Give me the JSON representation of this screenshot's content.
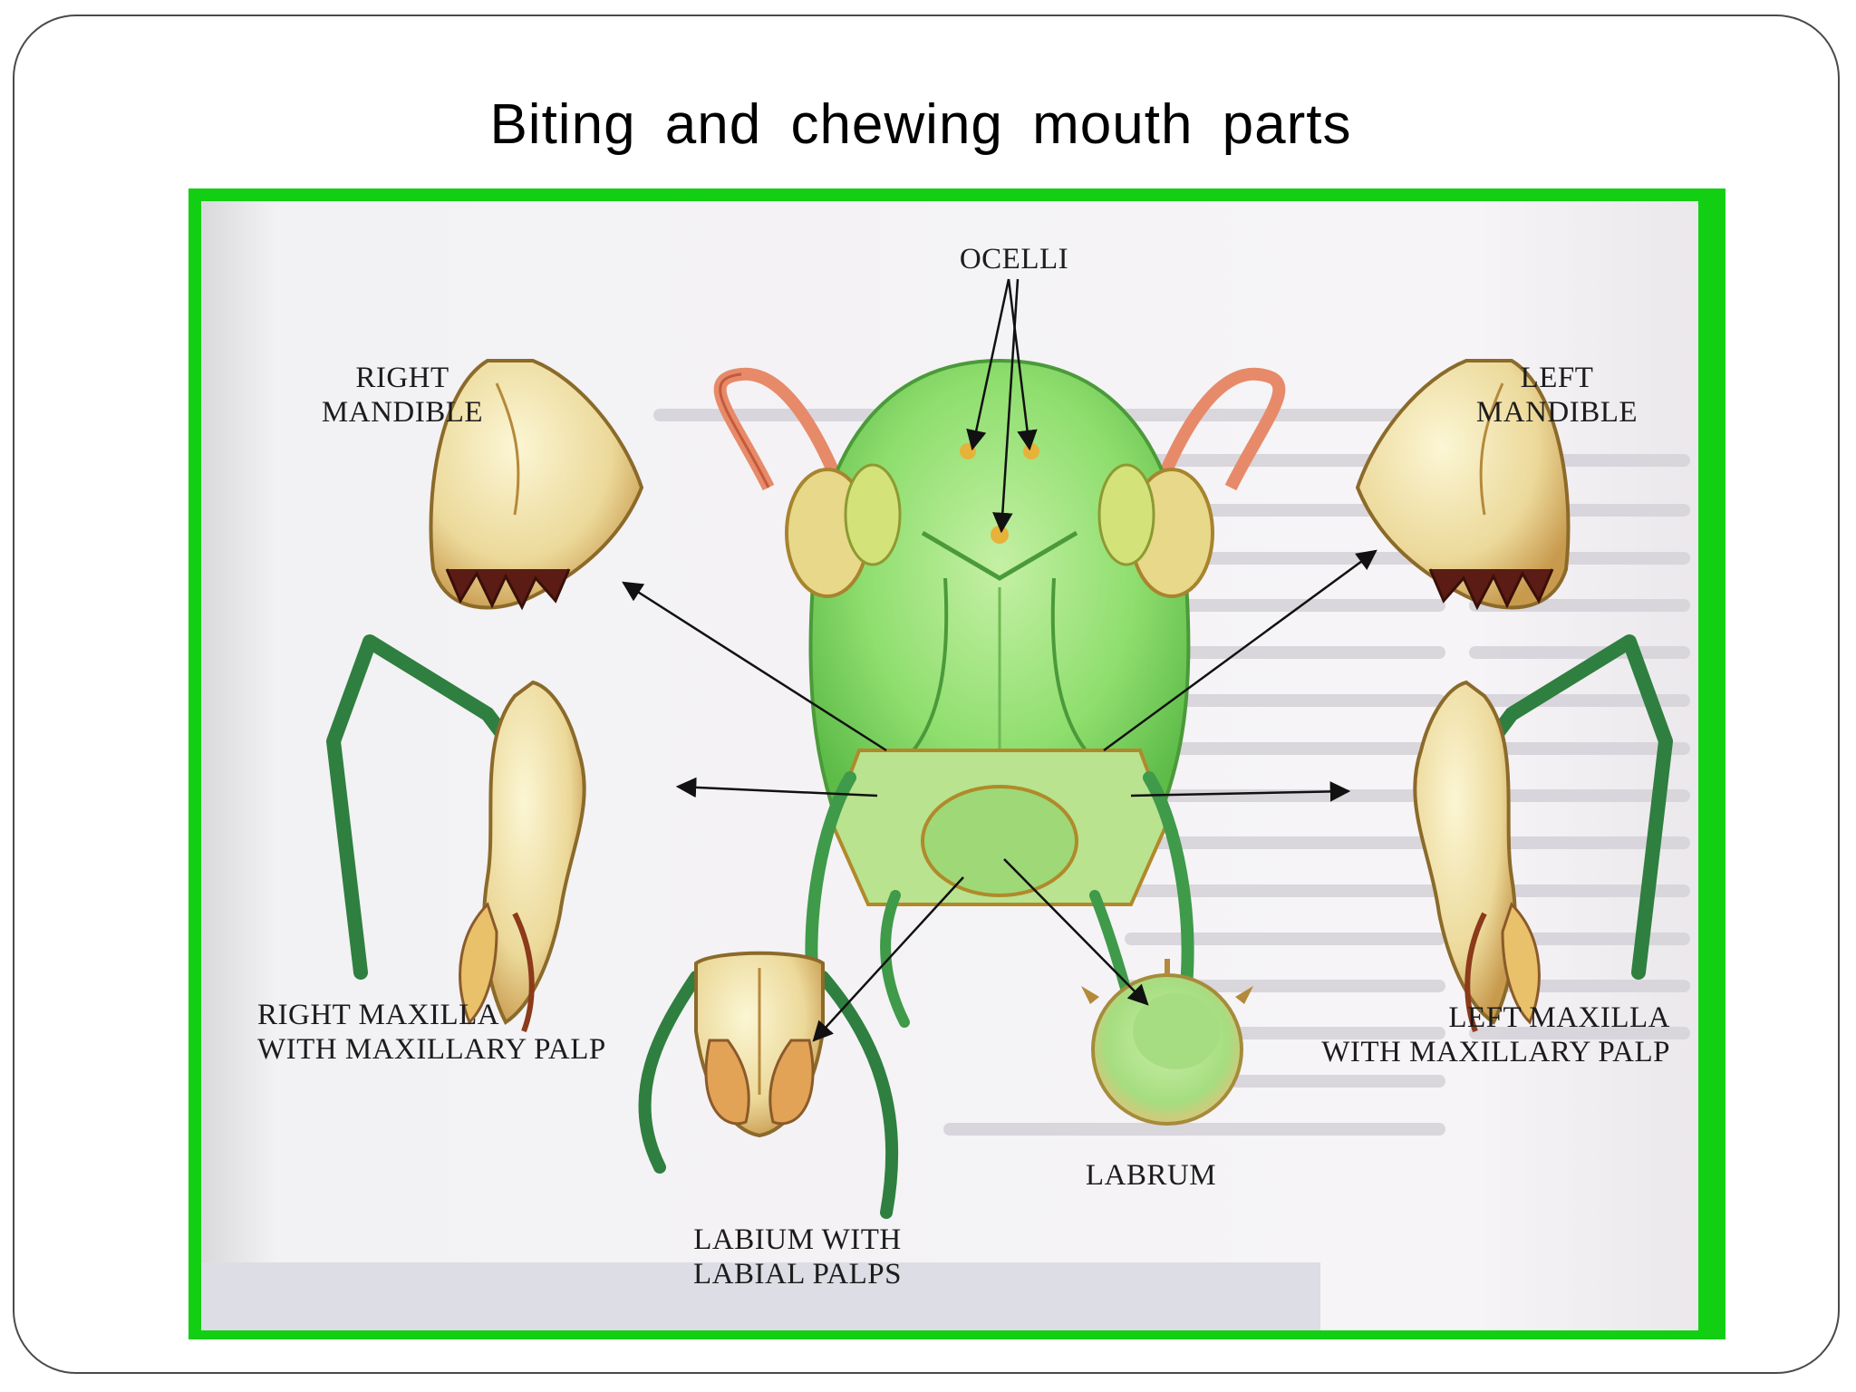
{
  "slide": {
    "title": "Biting and chewing mouth parts"
  },
  "figure": {
    "border_color": "#13cf13",
    "labels": {
      "ocelli": "OCELLI",
      "right_mandible": [
        "RIGHT",
        "MANDIBLE"
      ],
      "left_mandible": [
        "LEFT",
        "MANDIBLE"
      ],
      "right_maxilla": [
        "RIGHT MAXILLA",
        "WITH MAXILLARY PALP"
      ],
      "left_maxilla": [
        "LEFT MAXILLA",
        "WITH MAXILLARY PALP"
      ],
      "labrum": "LABRUM",
      "labium": [
        "LABIUM WITH",
        "LABIAL PALPS"
      ]
    }
  }
}
